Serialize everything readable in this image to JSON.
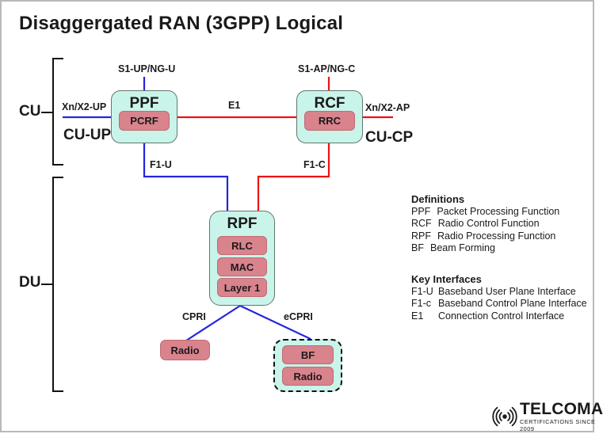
{
  "title": "Disaggergated RAN (3GPP) Logical",
  "colors": {
    "node_fill": "#c9f4ea",
    "chip_fill": "#d9838d",
    "user_plane_line": "#2525dd",
    "control_plane_line": "#ee1111",
    "text": "#1a1a1a"
  },
  "groups": {
    "cu": "CU",
    "du": "DU",
    "cu_up": "CU-UP",
    "cu_cp": "CU-CP"
  },
  "nodes": {
    "ppf": {
      "title": "PPF",
      "sub": "PCRF"
    },
    "rcf": {
      "title": "RCF",
      "sub": "RRC"
    },
    "rpf": {
      "title": "RPF",
      "layers": [
        "RLC",
        "MAC",
        "Layer 1"
      ]
    },
    "radio": {
      "label": "Radio"
    },
    "beam": {
      "bf": "BF",
      "radio": "Radio"
    }
  },
  "links": {
    "s1_up": "S1-UP/NG-U",
    "s1_ap": "S1-AP/NG-C",
    "xn_up": "Xn/X2-UP",
    "xn_ap": "Xn/X2-AP",
    "e1": "E1",
    "f1_u": "F1-U",
    "f1_c": "F1-C",
    "cpri": "CPRI",
    "ecpri": "eCPRI"
  },
  "definitions": {
    "heading": "Definitions",
    "items": [
      {
        "abbr": "PPF",
        "text": "Packet Processing Function"
      },
      {
        "abbr": "RCF",
        "text": "Radio Control Function"
      },
      {
        "abbr": "RPF",
        "text": "Radio Processing Function"
      },
      {
        "abbr": "BF",
        "text": "Beam Forming"
      }
    ]
  },
  "key_interfaces": {
    "heading": "Key Interfaces",
    "items": [
      {
        "abbr": "F1-U",
        "text": "Baseband User Plane Interface"
      },
      {
        "abbr": "F1-c",
        "text": "Baseband Control Plane Interface"
      },
      {
        "abbr": "E1",
        "text": "Connection Control Interface"
      }
    ]
  },
  "logo": {
    "name": "TELCOMA",
    "tagline": "CERTIFICATIONS SINCE 2009"
  }
}
